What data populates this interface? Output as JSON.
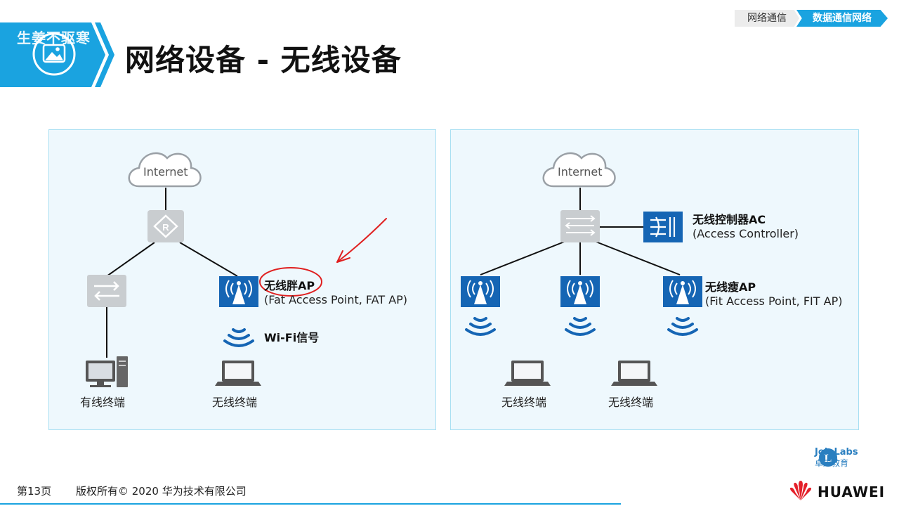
{
  "header": {
    "banner_caption": "生姜不驱寒",
    "title": "网络设备 - 无线设备",
    "breadcrumb": [
      "网络通信",
      "数据通信网络"
    ]
  },
  "fat_panel": {
    "internet_label": "Internet",
    "fat_ap_title": "无线胖AP",
    "fat_ap_subtitle": "(Fat Access Point, FAT AP)",
    "wifi_label": "Wi-Fi信号",
    "wired_terminal_label": "有线终端",
    "wireless_terminal_label": "无线终端"
  },
  "fit_panel": {
    "internet_label": "Internet",
    "ac_title": "无线控制器AC",
    "ac_subtitle": "(Access Controller)",
    "fit_ap_title": "无线瘦AP",
    "fit_ap_subtitle": "(Fit Access Point, FIT AP)",
    "wireless_terminal_label_1": "无线终端",
    "wireless_terminal_label_2": "无线终端"
  },
  "footer": {
    "page": "第13页",
    "copyright": "版权所有© 2020 华为技术有限公司",
    "joinlabs_en": "JoinLabs",
    "joinlabs_cn": "卓应教育",
    "brand": "HUAWEI"
  },
  "colors": {
    "accent": "#1aa3e0",
    "device_blue": "#1565b4",
    "device_gray": "#c9cdd0",
    "panel_bg": "#eef8fd",
    "annotation_red": "#e02020"
  }
}
